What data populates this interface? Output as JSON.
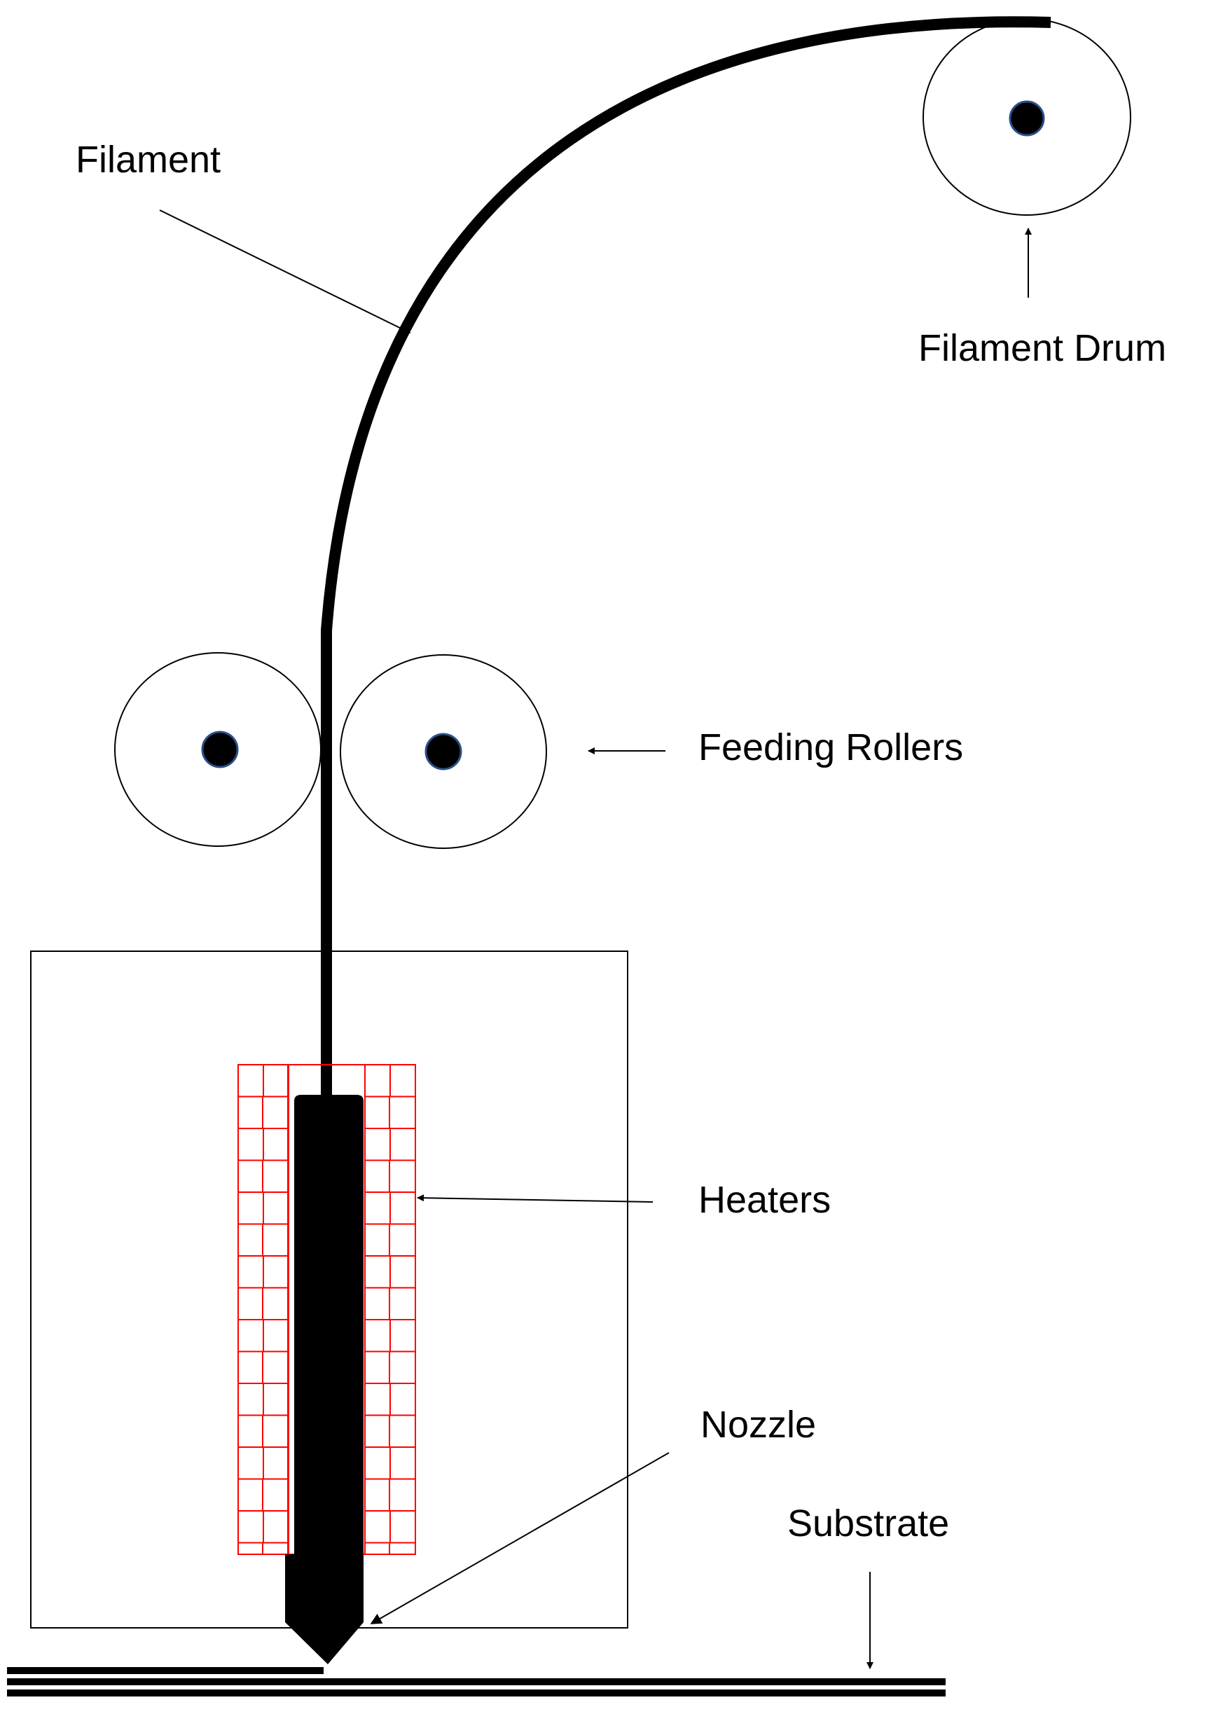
{
  "labels": {
    "filament": "Filament",
    "filament_drum": "Filament Drum",
    "feeding_rollers": "Feeding Rollers",
    "heaters": "Heaters",
    "nozzle": "Nozzle",
    "substrate": "Substrate"
  },
  "colors": {
    "ink": "#000000",
    "heater": "#ff0000",
    "axle_ring": "#2a4f8a",
    "background": "#ffffff"
  }
}
